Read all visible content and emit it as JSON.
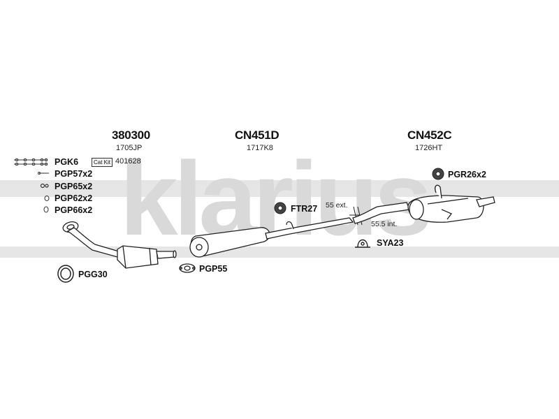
{
  "watermark": {
    "text": "klarius",
    "color": "#d7d7d7"
  },
  "sections": [
    {
      "part": "380300",
      "ref": "1705JP"
    },
    {
      "part": "CN451D",
      "ref": "1717K8"
    },
    {
      "part": "CN452C",
      "ref": "1726HT"
    }
  ],
  "kit": {
    "badge": "Cat Kit",
    "code": "401628"
  },
  "left_parts": [
    "PGK6",
    "PGP57x2",
    "PGP65x2",
    "PGP62x2",
    "PGP66x2"
  ],
  "bottom_parts": {
    "gasket_ring": "PGG30",
    "flange_gasket": "PGP55"
  },
  "mid_parts": {
    "rubber_mount": "FTR27",
    "clamp": "SYA23",
    "rear_mount": "PGR26x2"
  },
  "dimensions": {
    "ext": "55 ext.",
    "int": "55.5 int."
  },
  "colors": {
    "line": "#222222",
    "fill": "#ffffff"
  }
}
